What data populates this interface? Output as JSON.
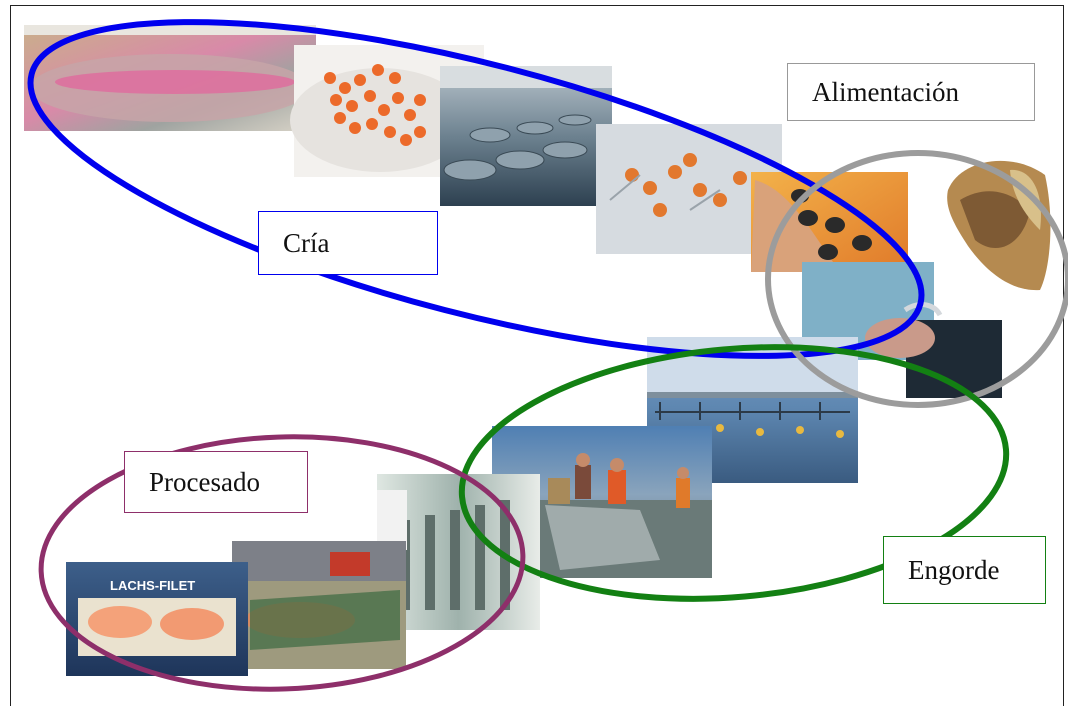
{
  "diagram": {
    "stages": [
      {
        "id": "cria",
        "label": "Cría",
        "color": "#0000ee"
      },
      {
        "id": "alimentacion",
        "label": "Alimentación",
        "color": "#999999"
      },
      {
        "id": "engorde",
        "label": "Engorde",
        "color": "#138013"
      },
      {
        "id": "procesado",
        "label": "Procesado",
        "color": "#8e2f6a"
      }
    ],
    "photos": [
      {
        "name": "trout-photo",
        "subject": "rainbow trout"
      },
      {
        "name": "eggs-photo",
        "subject": "trout eggs in dish"
      },
      {
        "name": "hatchery-photo",
        "subject": "hatchery tanks"
      },
      {
        "name": "larvae-photo",
        "subject": "alevins with yolk sac"
      },
      {
        "name": "pellets-hand-photo",
        "subject": "feed pellets in hand"
      },
      {
        "name": "feed-grains-photo",
        "subject": "feed granules"
      },
      {
        "name": "fish-handling-photo",
        "subject": "hands with fish"
      },
      {
        "name": "sea-cages-photo",
        "subject": "sea cages"
      },
      {
        "name": "harvest-photo",
        "subject": "workers harvesting fish"
      },
      {
        "name": "processing-line-photo",
        "subject": "processing plant"
      },
      {
        "name": "filleting-photo",
        "subject": "fillet conveyor"
      },
      {
        "name": "fillet-package-photo",
        "subject": "packaged salmon fillet",
        "text": "LACHS-FILET"
      }
    ]
  }
}
